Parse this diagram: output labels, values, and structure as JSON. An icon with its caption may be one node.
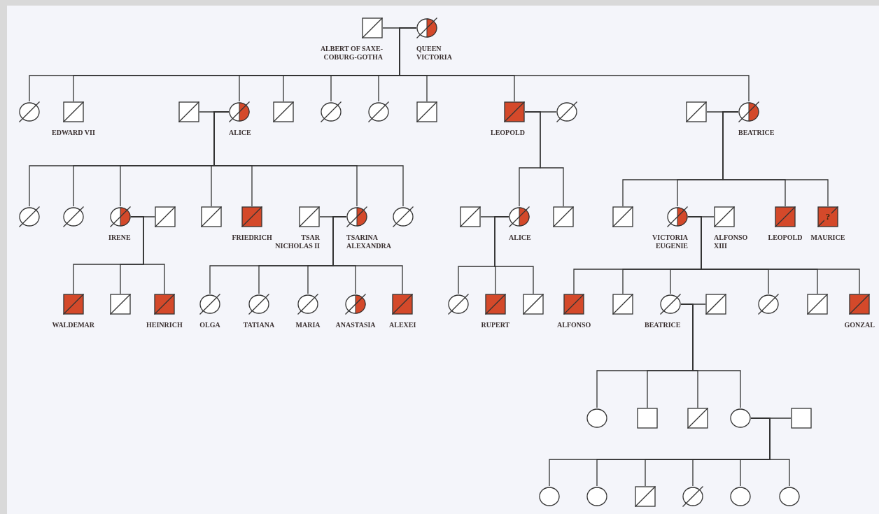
{
  "diagram": {
    "nodes": [
      {
        "text": [
          "ALBERT OF SAXE- COBURG-GOTHA"
        ]
      },
      {
        "text": [
          "QUEEN VICTORIA"
        ]
      },
      {
        "text": [],
        "shape": "circle"
      },
      {
        "text": [
          "EDWARD VII"
        ]
      },
      {
        "text": [],
        "shape": "box"
      },
      {
        "text": [
          "ALICE"
        ]
      },
      {
        "text": [],
        "shape": "box"
      },
      {
        "text": [],
        "shape": "circle"
      },
      {
        "text": [],
        "shape": "circle"
      },
      {
        "text": [],
        "shape": "box"
      },
      {
        "text": [
          "LEOPOLD"
        ]
      },
      {
        "text": [],
        "shape": "circle"
      },
      {
        "text": [],
        "shape": "box"
      },
      {
        "text": [
          "BEATRICE"
        ]
      },
      {
        "text": [],
        "shape": "circle"
      },
      {
        "text": [],
        "shape": "circle"
      },
      {
        "text": [
          "IRENE"
        ]
      },
      {
        "text": [],
        "shape": "box"
      },
      {
        "text": [],
        "shape": "box"
      },
      {
        "text": [
          "FRIEDRICH"
        ]
      },
      {
        "text": [
          "TSAR NICHOLAS II"
        ]
      },
      {
        "text": [
          "TSARINA ALEXANDRA"
        ]
      },
      {
        "text": [],
        "shape": "circle"
      },
      {
        "text": [],
        "shape": "box"
      },
      {
        "text": [
          "ALICE"
        ]
      },
      {
        "text": [],
        "shape": "box"
      },
      {
        "text": [],
        "shape": "box"
      },
      {
        "text": [
          "VICTORIA EUGENIE"
        ]
      },
      {
        "text": [
          "ALFONSO XIII"
        ]
      },
      {
        "text": [
          "LEOPOLD"
        ]
      },
      {
        "text": [
          "?",
          "MAURICE"
        ]
      },
      {
        "text": [
          "WALDEMAR"
        ]
      },
      {
        "text": [],
        "shape": "box"
      },
      {
        "text": [
          "HEINRICH"
        ]
      },
      {
        "text": [
          "OLGA"
        ]
      },
      {
        "text": [
          "TATIANA"
        ]
      },
      {
        "text": [
          "MARIA"
        ]
      },
      {
        "text": [
          "ANASTASIA"
        ]
      },
      {
        "text": [
          "ALEXEI"
        ]
      },
      {
        "text": [],
        "shape": "circle"
      },
      {
        "text": [
          "RUPERT"
        ]
      },
      {
        "text": [],
        "shape": "box"
      },
      {
        "text": [
          "ALFONSO"
        ]
      },
      {
        "text": [],
        "shape": "box"
      },
      {
        "text": [
          "BEATRICE"
        ]
      },
      {
        "text": [],
        "shape": "box"
      },
      {
        "text": [],
        "shape": "circle"
      },
      {
        "text": [],
        "shape": "box"
      },
      {
        "text": [
          "GONZAL"
        ]
      },
      {
        "text": [],
        "shape": "circle"
      },
      {
        "text": [],
        "shape": "box"
      },
      {
        "text": [],
        "shape": "box"
      },
      {
        "text": [],
        "shape": "circle"
      },
      {
        "text": [],
        "shape": "box"
      },
      {
        "text": [],
        "shape": "circle"
      },
      {
        "text": [],
        "shape": "circle"
      },
      {
        "text": [],
        "shape": "box"
      },
      {
        "text": [],
        "shape": "circle"
      },
      {
        "text": [],
        "shape": "circle"
      },
      {
        "text": [],
        "shape": "circle"
      }
    ],
    "edges": [
      {
        "from": 0,
        "to": 1,
        "arrow": "none"
      },
      {
        "from": 1,
        "to": 2,
        "arrow": "none"
      },
      {
        "from": 1,
        "to": 3,
        "arrow": "none"
      },
      {
        "from": 1,
        "to": 5,
        "arrow": "none"
      },
      {
        "from": 1,
        "to": 6,
        "arrow": "none"
      },
      {
        "from": 1,
        "to": 7,
        "arrow": "none"
      },
      {
        "from": 1,
        "to": 8,
        "arrow": "none"
      },
      {
        "from": 1,
        "to": 9,
        "arrow": "none"
      },
      {
        "from": 1,
        "to": 10,
        "arrow": "none"
      },
      {
        "from": 1,
        "to": 13,
        "arrow": "none"
      },
      {
        "from": 4,
        "to": 5,
        "arrow": "none"
      },
      {
        "from": 5,
        "to": 14,
        "arrow": "none"
      },
      {
        "from": 5,
        "to": 15,
        "arrow": "none"
      },
      {
        "from": 5,
        "to": 16,
        "arrow": "none"
      },
      {
        "from": 5,
        "to": 18,
        "arrow": "none"
      },
      {
        "from": 5,
        "to": 19,
        "arrow": "none"
      },
      {
        "from": 5,
        "to": 21,
        "arrow": "none"
      },
      {
        "from": 5,
        "to": 22,
        "arrow": "none"
      },
      {
        "from": 10,
        "to": 11,
        "arrow": "none"
      },
      {
        "from": 10,
        "to": 24,
        "arrow": "none"
      },
      {
        "from": 10,
        "to": 25,
        "arrow": "none"
      },
      {
        "from": 12,
        "to": 13,
        "arrow": "none"
      },
      {
        "from": 13,
        "to": 26,
        "arrow": "none"
      },
      {
        "from": 13,
        "to": 27,
        "arrow": "none"
      },
      {
        "from": 13,
        "to": 29,
        "arrow": "none"
      },
      {
        "from": 13,
        "to": 30,
        "arrow": "none"
      },
      {
        "from": 16,
        "to": 17,
        "arrow": "none"
      },
      {
        "from": 16,
        "to": 31,
        "arrow": "none"
      },
      {
        "from": 16,
        "to": 32,
        "arrow": "none"
      },
      {
        "from": 16,
        "to": 33,
        "arrow": "none"
      },
      {
        "from": 20,
        "to": 21,
        "arrow": "none"
      },
      {
        "from": 21,
        "to": 34,
        "arrow": "none"
      },
      {
        "from": 21,
        "to": 35,
        "arrow": "none"
      },
      {
        "from": 21,
        "to": 36,
        "arrow": "none"
      },
      {
        "from": 21,
        "to": 37,
        "arrow": "none"
      },
      {
        "from": 21,
        "to": 38,
        "arrow": "none"
      },
      {
        "from": 23,
        "to": 24,
        "arrow": "none"
      },
      {
        "from": 24,
        "to": 39,
        "arrow": "none"
      },
      {
        "from": 24,
        "to": 40,
        "arrow": "none"
      },
      {
        "from": 24,
        "to": 41,
        "arrow": "none"
      },
      {
        "from": 27,
        "to": 28,
        "arrow": "none"
      },
      {
        "from": 27,
        "to": 42,
        "arrow": "none"
      },
      {
        "from": 27,
        "to": 43,
        "arrow": "none"
      },
      {
        "from": 27,
        "to": 44,
        "arrow": "none"
      },
      {
        "from": 27,
        "to": 46,
        "arrow": "none"
      },
      {
        "from": 27,
        "to": 47,
        "arrow": "none"
      },
      {
        "from": 27,
        "to": 48,
        "arrow": "none"
      },
      {
        "from": 44,
        "to": 45,
        "arrow": "none"
      },
      {
        "from": 44,
        "to": 49,
        "arrow": "none"
      },
      {
        "from": 44,
        "to": 50,
        "arrow": "none"
      },
      {
        "from": 44,
        "to": 51,
        "arrow": "none"
      },
      {
        "from": 44,
        "to": 52,
        "arrow": "none"
      },
      {
        "from": 52,
        "to": 53,
        "arrow": "none"
      },
      {
        "from": 52,
        "to": 54,
        "arrow": "none"
      },
      {
        "from": 52,
        "to": 55,
        "arrow": "none"
      },
      {
        "from": 52,
        "to": 56,
        "arrow": "none"
      },
      {
        "from": 52,
        "to": 57,
        "arrow": "none"
      },
      {
        "from": 52,
        "to": 58,
        "arrow": "none"
      },
      {
        "from": 52,
        "to": 59,
        "arrow": "none"
      }
    ]
  }
}
